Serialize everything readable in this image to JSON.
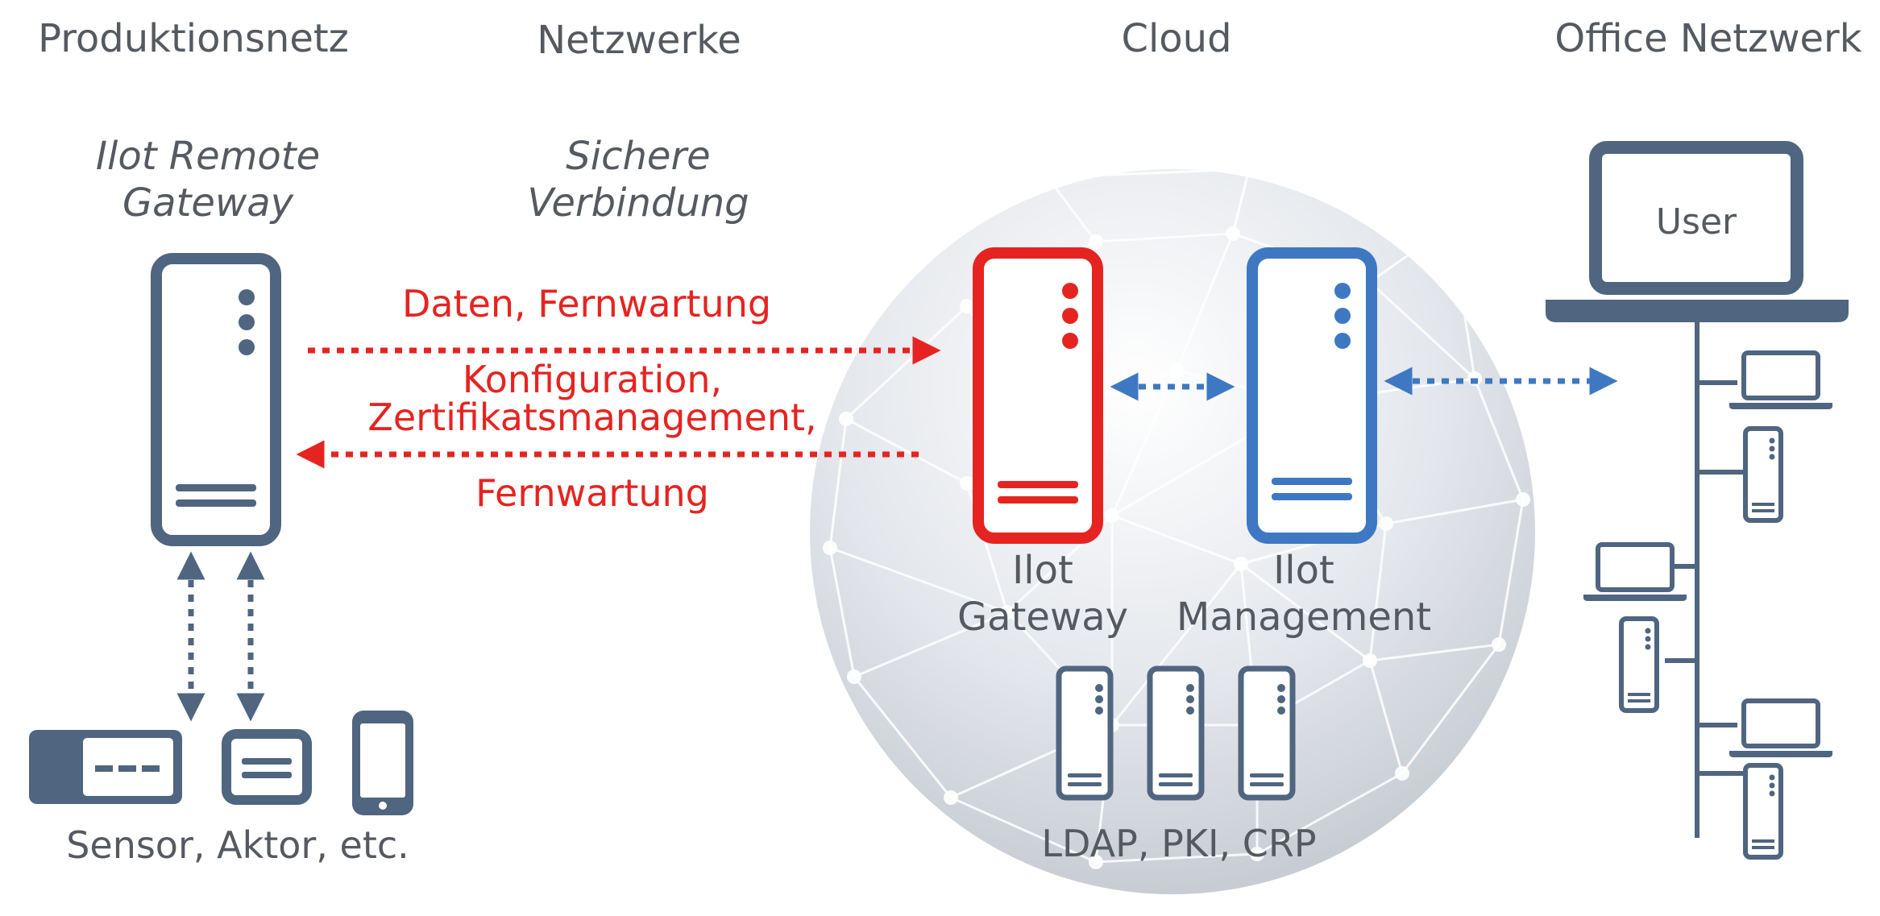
{
  "headers": {
    "production": "Produktionsnetz",
    "networks": "Netzwerke",
    "cloud": "Cloud",
    "office": "Office Netzwerk"
  },
  "subheaders": {
    "remote_gateway_line1": "Ilot Remote",
    "remote_gateway_line2": "Gateway",
    "secure_line1": "Sichere",
    "secure_line2": "Verbindung"
  },
  "links": {
    "data_remote": "Daten, Fernwartung",
    "config_line1": "Konfiguration,",
    "config_line2": "Zertifikatsmanagement,",
    "remote_maintenance": "Fernwartung"
  },
  "nodes": {
    "gateway_line1": "Ilot",
    "gateway_line2": "Gateway",
    "management_line1": "Ilot",
    "management_line2": "Management",
    "services": "LDAP, PKI, CRP",
    "devices": "Sensor, Aktor, etc.",
    "user": "User"
  },
  "colors": {
    "slate": "#4f6580",
    "red": "#e52421",
    "blue": "#3e78c2",
    "text": "#555a61"
  }
}
